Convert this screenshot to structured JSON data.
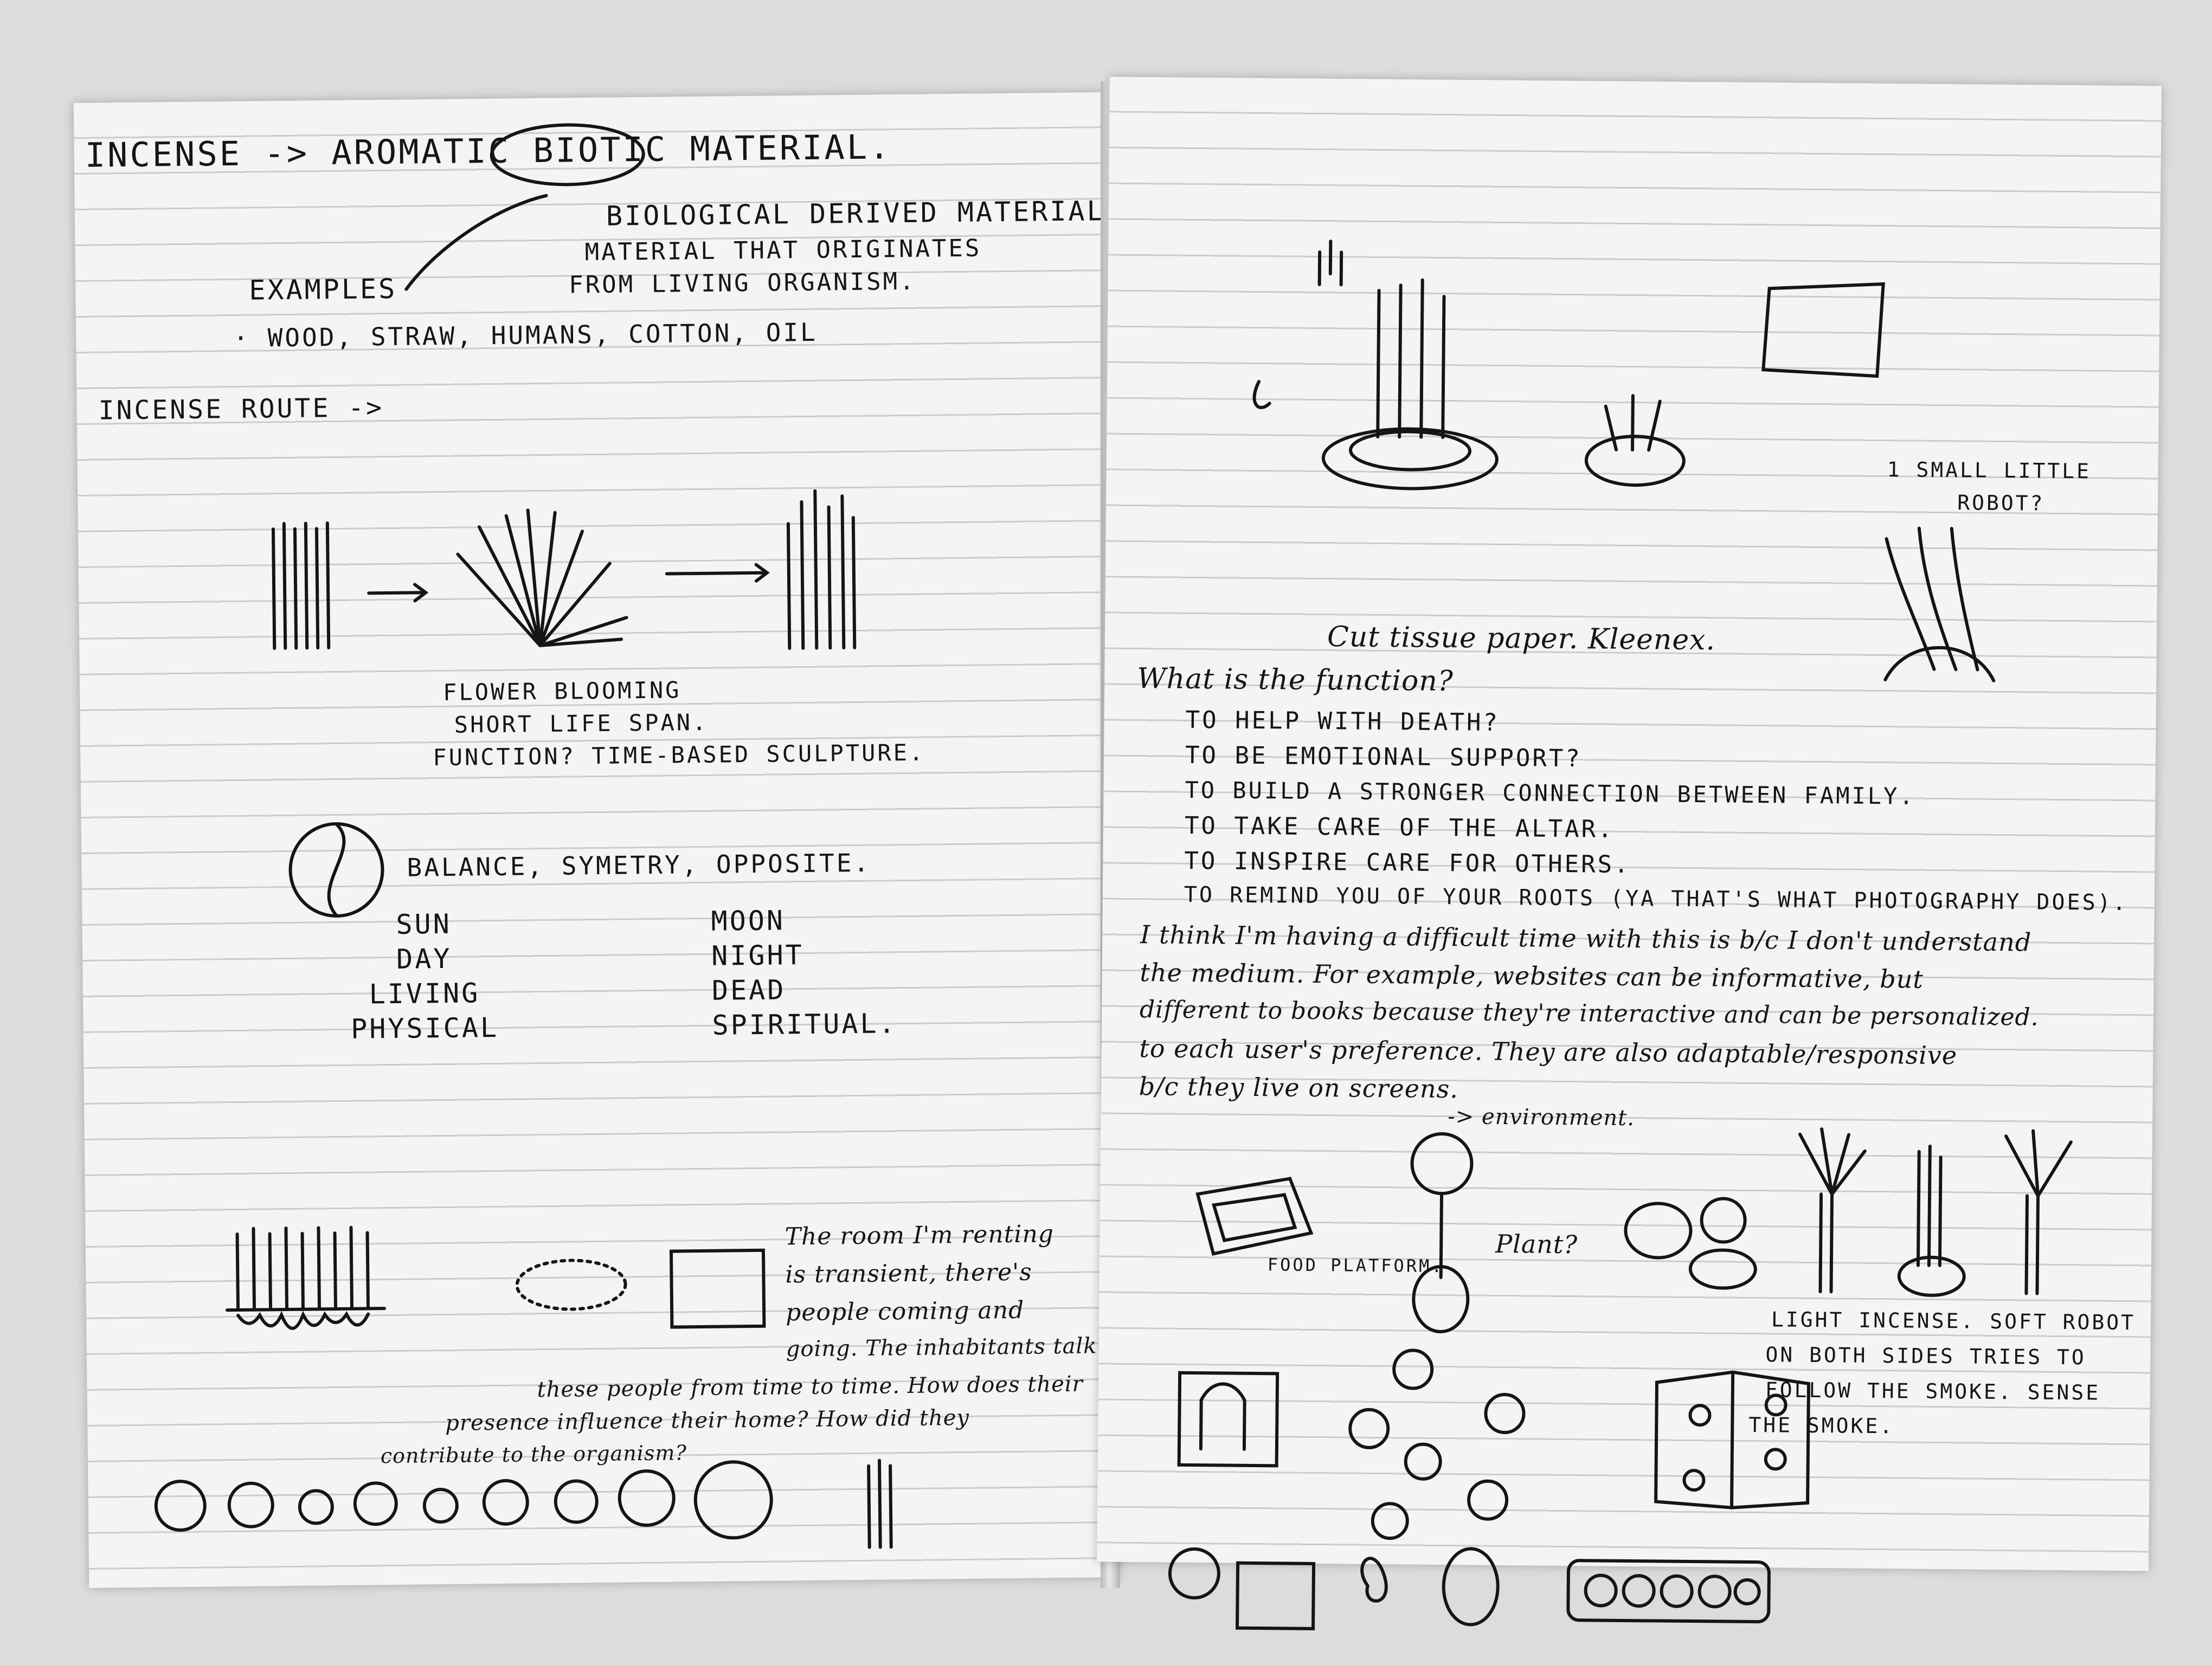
{
  "left_page": {
    "heading": "INCENSE -> AROMATIC BIOTIC MATERIAL.",
    "bio_def_1": "BIOLOGICAL DERIVED MATERIAL",
    "bio_def_2": "MATERIAL THAT ORIGINATES",
    "bio_def_3": "FROM LIVING ORGANISM.",
    "examples_label": "EXAMPLES",
    "examples_list": "· WOOD, STRAW, HUMANS, COTTON, OIL",
    "route_label": "INCENSE ROUTE ->",
    "flower_1": "FLOWER BLOOMING",
    "flower_2": "SHORT LIFE SPAN.",
    "flower_3": "FUNCTION? TIME-BASED SCULPTURE.",
    "balance": "BALANCE, SYMETRY, OPPOSITE.",
    "col_left": [
      "SUN",
      "DAY",
      "LIVING",
      "PHYSICAL"
    ],
    "col_right": [
      "MOON",
      "NIGHT",
      "DEAD",
      "SPIRITUAL."
    ],
    "note_1": "The room I'm renting",
    "note_2": "is transient, there's",
    "note_3": "people coming and",
    "note_4": "going. The inhabitants talk about",
    "note_5": "these people from time to time. How does their",
    "note_6": "presence influence their home? How did they",
    "note_7": "contribute to the organism?"
  },
  "right_page": {
    "note_small_1": "1 SMALL LITTLE",
    "note_small_2": "ROBOT?",
    "cut_tissue": "Cut tissue paper. Kleenex.",
    "q_function": "What is the function?",
    "f1": "TO HELP WITH DEATH?",
    "f2": "TO BE EMOTIONAL SUPPORT?",
    "f3": "TO BUILD A STRONGER CONNECTION BETWEEN FAMILY.",
    "f4": "TO TAKE CARE OF THE ALTAR.",
    "f5": "TO INSPIRE CARE FOR OTHERS.",
    "f6": "TO REMIND YOU OF YOUR ROOTS (YA THAT'S WHAT PHOTOGRAPHY DOES).",
    "p1": "I think I'm having a difficult time with this is b/c I don't understand",
    "p2": "the medium. For example, websites can be informative, but",
    "p3": "different to books because they're interactive and can be personalized.",
    "p4": "to each user's preference. They are also adaptable/responsive",
    "p5": "b/c they live on screens.",
    "p6": "-> environment.",
    "food_label": "FOOD PLATFORM.",
    "plant_label": "Plant?",
    "light_1": "LIGHT INCENSE. SOFT ROBOT",
    "light_2": "ON BOTH SIDES TRIES TO",
    "light_3": "FOLLOW THE SMOKE. SENSE",
    "light_4": "THE SMOKE."
  }
}
